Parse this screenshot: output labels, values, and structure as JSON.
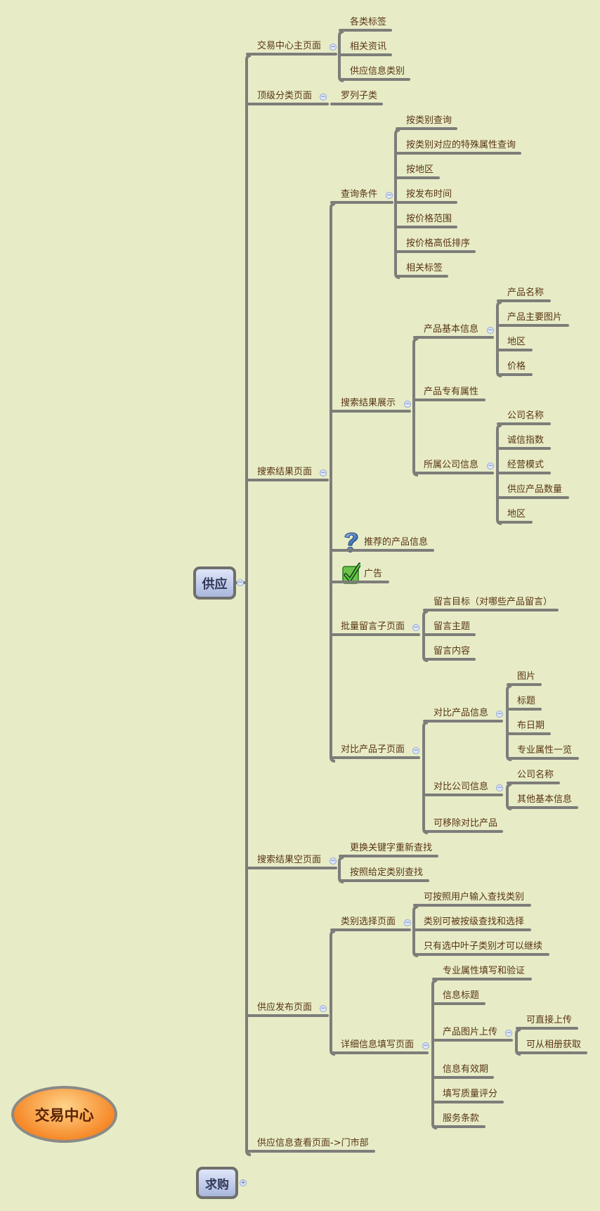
{
  "center_topic": "交易中心",
  "roots": {
    "supply": "供应",
    "demand": "求购"
  },
  "supply_children": {
    "home": "交易中心主页面",
    "home_items": [
      "各类标签",
      "相关资讯",
      "供应信息类别"
    ],
    "top_category": "顶级分类页面",
    "top_category_item": "罗列子类",
    "search_results": "搜索结果页面",
    "query_conditions": "查询条件",
    "query_items": [
      "按类别查询",
      "按类别对应的特殊属性查询",
      "按地区",
      "按发布时间",
      "按价格范围",
      "按价格高低排序",
      "相关标签"
    ],
    "result_display": "搜索结果展示",
    "product_basic": "产品基本信息",
    "product_basic_items": [
      "产品名称",
      "产品主要图片",
      "地区",
      "价格"
    ],
    "product_special": "产品专有属性",
    "company_info": "所属公司信息",
    "company_items": [
      "公司名称",
      "诚信指数",
      "经营模式",
      "供应产品数量",
      "地区"
    ],
    "recommended": "推荐的产品信息",
    "ads": "广告",
    "batch_message": "批量留言子页面",
    "batch_items": [
      "留言目标（对哪些产品留言）",
      "留言主题",
      "留言内容"
    ],
    "compare_page": "对比产品子页面",
    "compare_product": "对比产品信息",
    "compare_product_items": [
      "图片",
      "标题",
      "布日期",
      "专业属性一览"
    ],
    "compare_company": "对比公司信息",
    "compare_company_items": [
      "公司名称",
      "其他基本信息"
    ],
    "removable": "可移除对比产品",
    "empty_result": "搜索结果空页面",
    "empty_items": [
      "更换关键字重新查找",
      "按照给定类别查找"
    ],
    "publish": "供应发布页面",
    "category_select": "类别选择页面",
    "category_items": [
      "可按照用户输入查找类别",
      "类别可被按级查找和选择",
      "只有选中叶子类别才可以继续"
    ],
    "detail_fill": "详细信息填写页面",
    "detail_items": [
      "专业属性填写和验证",
      "信息标题"
    ],
    "image_upload": "产品图片上传",
    "upload_items": [
      "可直接上传",
      "可从相册获取"
    ],
    "detail_items2": [
      "信息有效期",
      "填写质量评分",
      "服务条款"
    ],
    "view": "供应信息查看页面->门市部"
  },
  "icons": {
    "collapse": "minus-icon",
    "expand": "plus-icon",
    "recommended": "question-icon",
    "ads": "checkmark-icon"
  },
  "colors": {
    "background": "#e7ecc7",
    "line": "#7d7d79",
    "text": "#5a3412",
    "center": "#f68a2a"
  }
}
